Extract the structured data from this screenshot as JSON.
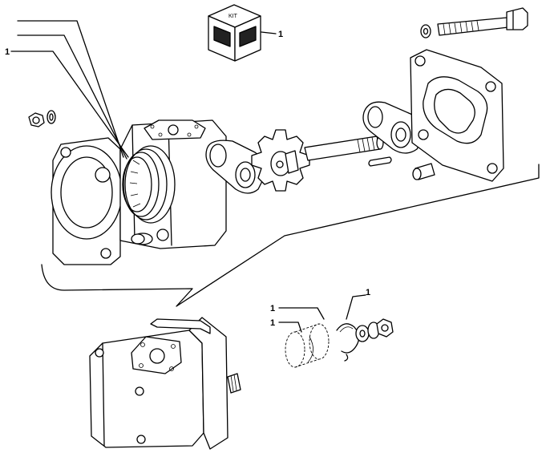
{
  "kit_box": {
    "top_label": "KIT",
    "callout": "1"
  },
  "callouts": {
    "seal_ring_main": "1",
    "kit_ring_small": "1",
    "kit_bushing_upper": "1",
    "kit_bushing_lower": "1"
  }
}
